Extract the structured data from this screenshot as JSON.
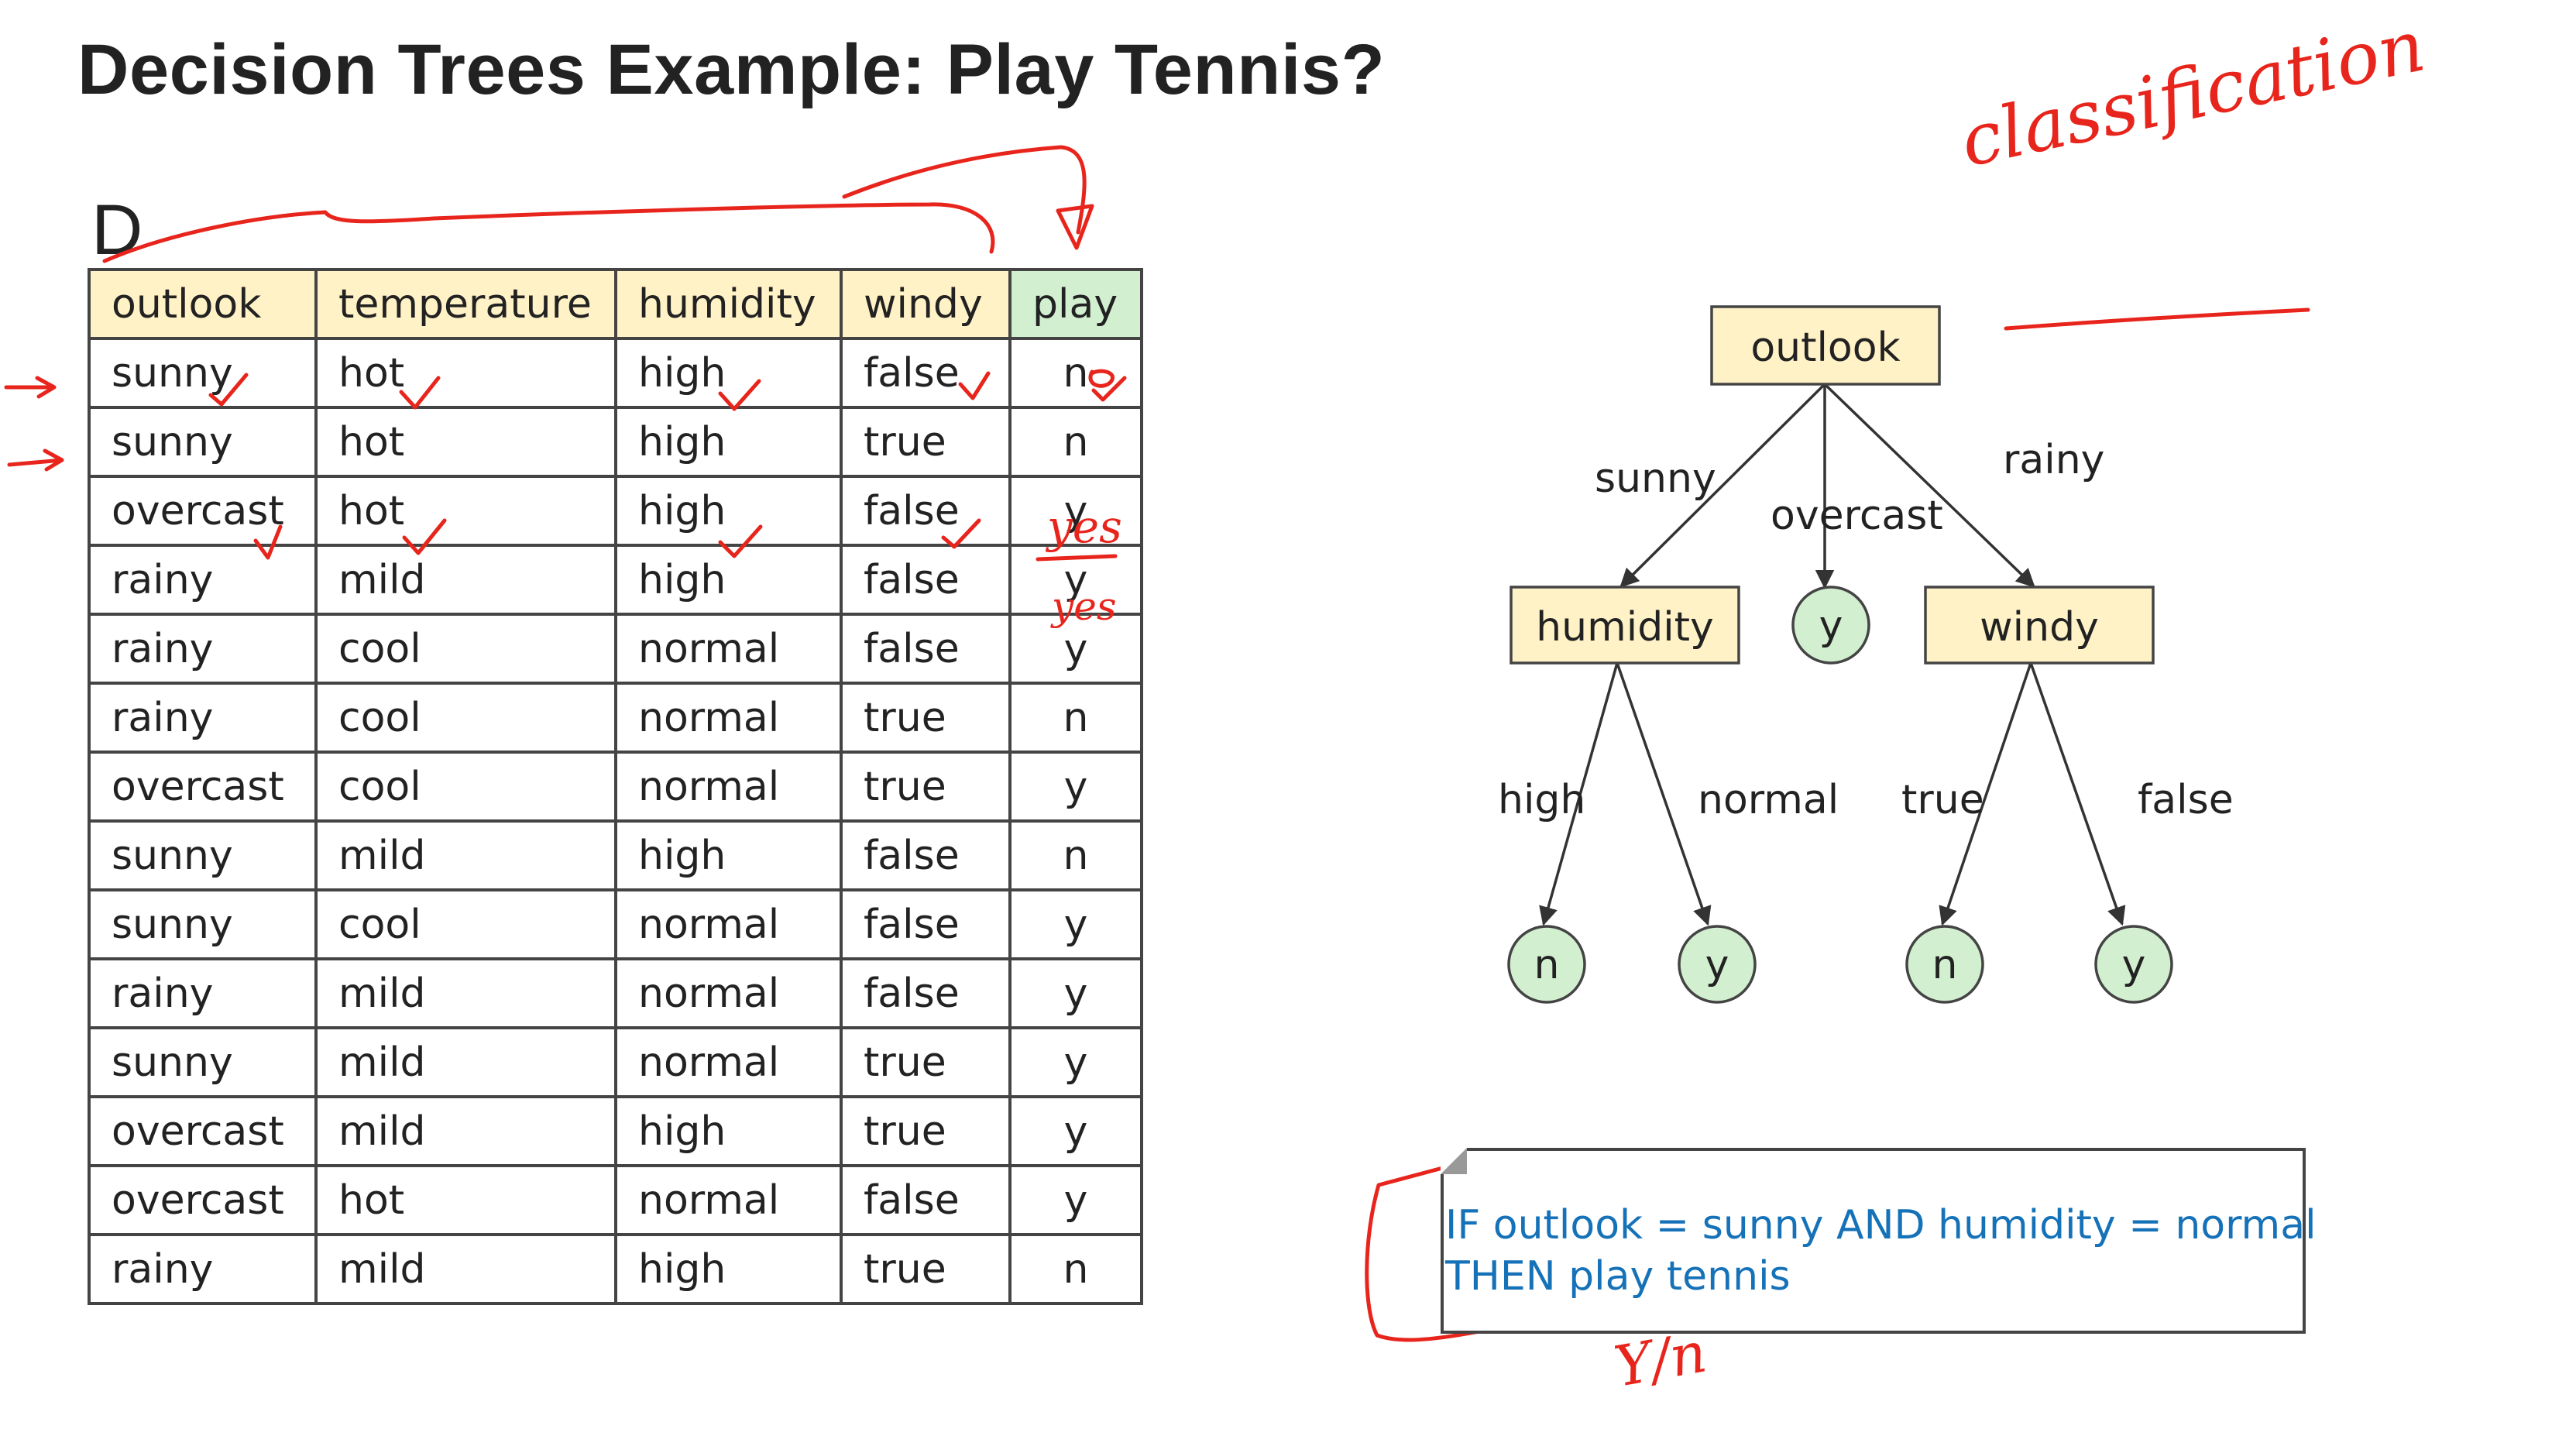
{
  "title": "Decision Trees Example: Play Tennis?",
  "dataset_label": "D",
  "table": {
    "headers": [
      "outlook",
      "temperature",
      "humidity",
      "windy",
      "play"
    ],
    "rows": [
      [
        "sunny",
        "hot",
        "high",
        "false",
        "n"
      ],
      [
        "sunny",
        "hot",
        "high",
        "true",
        "n"
      ],
      [
        "overcast",
        "hot",
        "high",
        "false",
        "y"
      ],
      [
        "rainy",
        "mild",
        "high",
        "false",
        "y"
      ],
      [
        "rainy",
        "cool",
        "normal",
        "false",
        "y"
      ],
      [
        "rainy",
        "cool",
        "normal",
        "true",
        "n"
      ],
      [
        "overcast",
        "cool",
        "normal",
        "true",
        "y"
      ],
      [
        "sunny",
        "mild",
        "high",
        "false",
        "n"
      ],
      [
        "sunny",
        "cool",
        "normal",
        "false",
        "y"
      ],
      [
        "rainy",
        "mild",
        "normal",
        "false",
        "y"
      ],
      [
        "sunny",
        "mild",
        "normal",
        "true",
        "y"
      ],
      [
        "overcast",
        "mild",
        "high",
        "true",
        "y"
      ],
      [
        "overcast",
        "hot",
        "normal",
        "false",
        "y"
      ],
      [
        "rainy",
        "mild",
        "high",
        "true",
        "n"
      ]
    ]
  },
  "tree": {
    "root": "outlook",
    "root_edges": [
      "sunny",
      "overcast",
      "rainy"
    ],
    "humidity_node": "humidity",
    "overcast_leaf": "y",
    "windy_node": "windy",
    "humidity_edges": [
      "high",
      "normal"
    ],
    "windy_edges": [
      "true",
      "false"
    ],
    "leaves": [
      "n",
      "y",
      "n",
      "y"
    ]
  },
  "rule": {
    "line1": "IF outlook = sunny AND humidity = normal",
    "line2": "THEN play tennis"
  },
  "handwriting": {
    "notes": [
      "classification",
      "yes",
      "yes",
      "Y/n"
    ],
    "color": "#e8251c"
  },
  "colors": {
    "header_fill": "#fff2c6",
    "play_header_fill": "#d2efd0",
    "leaf_fill": "#d2efd0",
    "rule_text": "#1672b8"
  }
}
